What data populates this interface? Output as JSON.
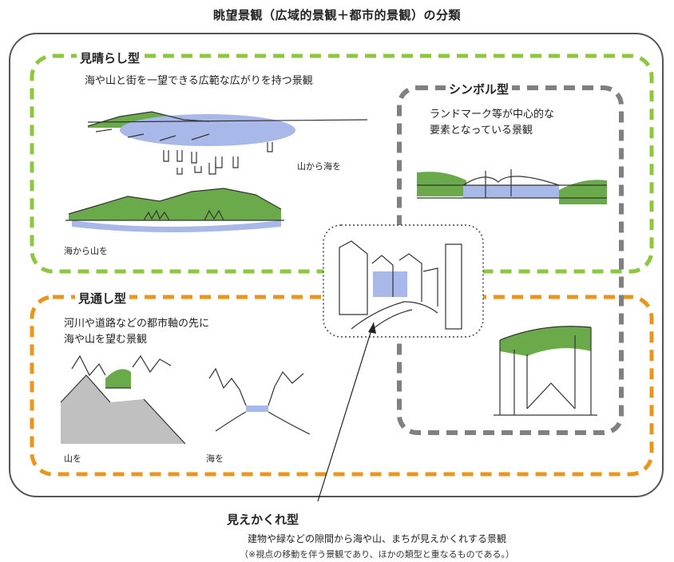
{
  "title": "眺望景観（広域的景観＋都市的景観）の分類",
  "groups": {
    "mihara": {
      "heading": "見晴らし型",
      "description": "海や山と街を一望できる広範な広がりを持つ景観",
      "captions": [
        "山から海を",
        "海から山を"
      ],
      "color": "#8dc63f"
    },
    "symbol": {
      "heading": "シンボル型",
      "description": [
        "ランドマーク等が中心的な",
        "要素となっている景観"
      ],
      "color": "#808080"
    },
    "mitoshi": {
      "heading": "見通し型",
      "description": [
        "河川や道路などの都市軸の先に",
        "海や山を望む景観"
      ],
      "captions": [
        "山を",
        "海を"
      ],
      "color": "#e8961e"
    },
    "miekakure": {
      "heading": "見えかくれ型",
      "description": "建物や緑などの隙間から海や山、まちが見えかくれする景観",
      "note": "（※視点の移動を伴う景観であり、ほかの類型と重なるものである。）"
    }
  },
  "colors": {
    "sea": "#a8b8e8",
    "green": "#6aaa4a",
    "outline": "#555555"
  }
}
